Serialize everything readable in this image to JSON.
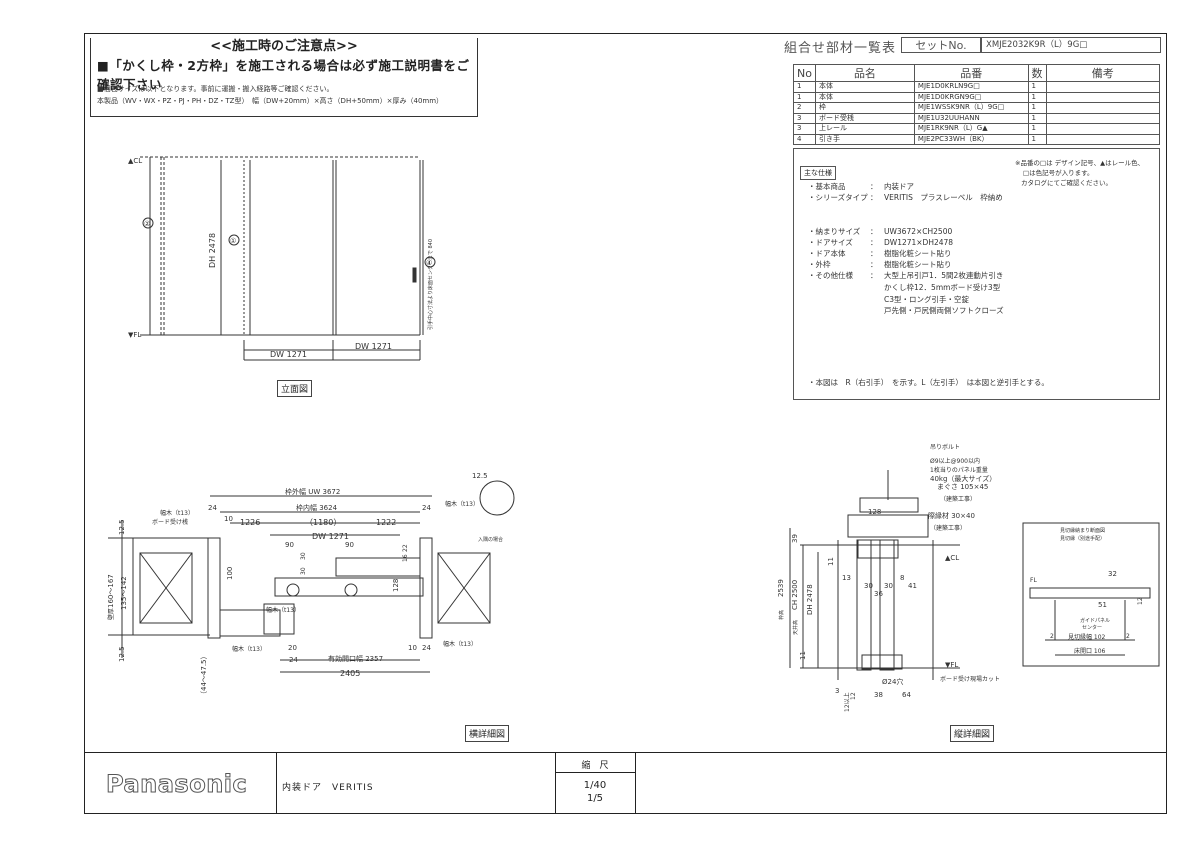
{
  "notes": {
    "title": "<<施工時のご注意点>>",
    "warning": "■「かくし枠・2方枠」を施工される場合は必ず施工説明書をご確認下さい",
    "line1": "■梱包サイズは以下となります。事前に運搬・搬入経路等ご確認ください。",
    "line2": "本製品（WV・WX・PZ・PJ・PH・DZ・TZ型）　幅（DW+20mm）×高さ（DH+50mm）×厚み（40mm）"
  },
  "parts": {
    "title": "組合せ部材一覧表",
    "set_label": "セットNo.",
    "set_value": "XMJE2032K9R（L）9G□",
    "headers": [
      "No",
      "品名",
      "品番",
      "数",
      "備考"
    ],
    "rows": [
      [
        "1",
        "本体",
        "MJE1D0KRLN9G□",
        "1",
        ""
      ],
      [
        "1",
        "本体",
        "MJE1D0KRGN9G□",
        "1",
        ""
      ],
      [
        "2",
        "枠",
        "MJE1WSSK9NR（L）9G□",
        "1",
        ""
      ],
      [
        "3",
        "ボード受桟",
        "MJE1U32UUHANN",
        "1",
        ""
      ],
      [
        "3",
        "上レール",
        "MJE1RK9NR（L）G▲",
        "1",
        ""
      ],
      [
        "4",
        "引き手",
        "MJE2PC33WH（BK）",
        "1",
        ""
      ]
    ]
  },
  "spec": {
    "note1": "※品番の□は デザイン記号、▲はレール色、",
    "note2": "□は色記号が入ります。",
    "note3": "カタログにてご確認ください。",
    "tag": "主な仕様",
    "rows": [
      {
        "label": "・基本商品",
        "value": "内装ドア"
      },
      {
        "label": "・シリーズタイプ",
        "value": "VERITIS　プラスレーベル　枠納め"
      },
      {
        "label": "・納まりサイズ",
        "value": "UW3672×CH2500"
      },
      {
        "label": "・ドアサイズ",
        "value": "DW1271×DH2478"
      },
      {
        "label": "・ドア本体",
        "value": "樹脂化粧シート貼り"
      },
      {
        "label": "・外枠",
        "value": "樹脂化粧シート貼り"
      },
      {
        "label": "・その他仕様",
        "value": "大型上吊引戸1．5間2枚連動片引き"
      }
    ],
    "other_lines": [
      "かくし枠12．5mmボード受け3型",
      "C3型・ロング引手・空錠",
      "戸先側・戸尻側両側ソフトクローズ"
    ],
    "footer": "・本図は　R（右引手）　を示す。L（左引手）　は本図と逆引手とする。"
  },
  "elevation": {
    "caption": "立面図",
    "cl": "▲CL",
    "fl": "▼FL",
    "dh": "DH 2478",
    "dw1": "DW 1271",
    "dw2": "DW 1271",
    "handle_note": "引手中心寸法より床面センターまで 840",
    "callouts": [
      "①",
      "②",
      "④"
    ]
  },
  "plan": {
    "caption": "横詳細図",
    "labels": {
      "uw": "枠外幅 UW 3672",
      "inner": "枠内幅 3624",
      "d24a": "24",
      "d24b": "24",
      "d10a": "10",
      "d1226": "1226",
      "d1180": "（1180）",
      "d1222": "1222",
      "dw": "DW 1271",
      "d90a": "90",
      "d90b": "90",
      "d30a": "30",
      "d30b": "30",
      "d125": "12.5",
      "d125b": "12.5",
      "d125c": "12.5",
      "wall1": "壁厚",
      "wall2": "160～167",
      "wall3": "135～142",
      "d100": "100",
      "d128": "128",
      "d22": "22",
      "d16": "16",
      "d445": "（44～47.5）",
      "d24c": "24",
      "d10b": "10",
      "d24d": "24",
      "d20": "20",
      "open": "有効開口幅 2357",
      "total": "2405",
      "board": "ボード受け桟",
      "haba1": "幅木（t13）",
      "haba2": "幅木（t13）",
      "haba3": "幅木（t13）",
      "haba4": "幅木（t13）",
      "haba5": "幅木（t13）",
      "iri": "入隅の場合"
    }
  },
  "section": {
    "caption": "縦詳細図",
    "labels": {
      "bolt": "吊りボルト",
      "b1": "Ø9以上@900以内",
      "b2": "1枚当りのパネル重量",
      "b3": "40kg（最大サイズ）",
      "b4": "まぐさ 105×45",
      "work1": "（建築工事）",
      "sash": "際縁材 30×40",
      "work2": "（建築工事）",
      "d128": "128",
      "cl": "▲CL",
      "fl": "▼FL",
      "d39": "39",
      "d11a": "11",
      "d11b": "11",
      "d13": "13",
      "d30": "30",
      "d8": "8",
      "d41": "41",
      "d36": "36",
      "d30b": "30",
      "uh": "2539",
      "uh_label": "枠高",
      "ch": "CH 2500",
      "ch_label": "天井高",
      "dh": "DH 2478",
      "d24": "Ø24穴",
      "d3": "3",
      "d38": "38",
      "d64": "64",
      "d12": "12",
      "gap": "12以上",
      "board_cut": "ボード受け現場カット",
      "inset_title1": "見切縁納まり断面図",
      "inset_title2": "見切縁（別途手配）",
      "fl2": "FL",
      "d32": "32",
      "d51": "51",
      "guide1": "ガイドパネル",
      "guide2": "センター",
      "d2a": "2",
      "d2b": "2",
      "mk": "見切縁幅 102",
      "floor": "床開口 106",
      "d12b": "12"
    }
  },
  "title_block": {
    "brand": "Panasonic",
    "product": "内装ドア　VERITIS",
    "scale_label": "縮　尺",
    "scale1": "1/40",
    "scale2": "1/5"
  }
}
